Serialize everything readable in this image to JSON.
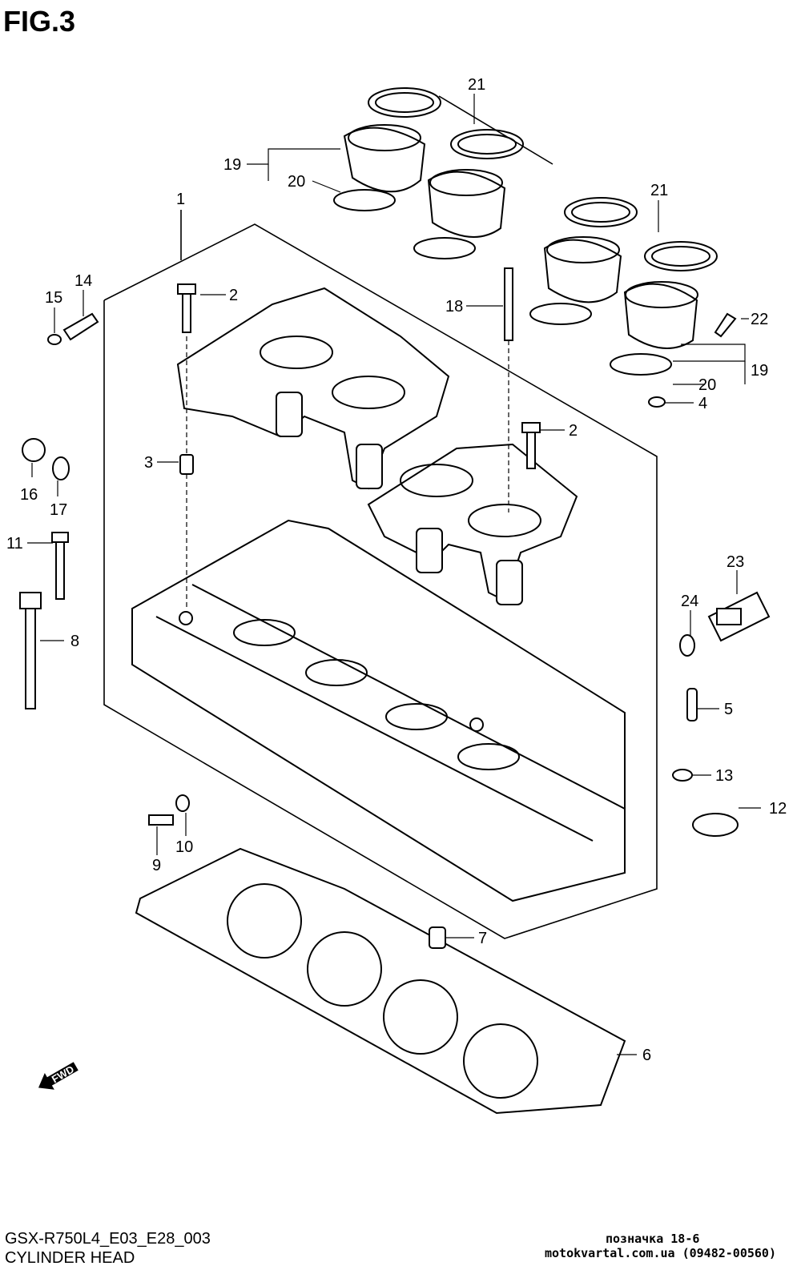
{
  "figure": {
    "title": "FIG.3",
    "model_code": "GSX-R750L4_E03_E28_003",
    "section_name": "CYLINDER HEAD"
  },
  "watermark": {
    "line1": "позначка 18-6",
    "line2": "motokvartal.com.ua (09482-00560)"
  },
  "fwd_label": "FWD",
  "callouts": [
    {
      "id": "c21a",
      "label": "21"
    },
    {
      "id": "c19a",
      "label": "19"
    },
    {
      "id": "c20a",
      "label": "20"
    },
    {
      "id": "c21b",
      "label": "21"
    },
    {
      "id": "c1",
      "label": "1"
    },
    {
      "id": "c14",
      "label": "14"
    },
    {
      "id": "c15",
      "label": "15"
    },
    {
      "id": "c2a",
      "label": "2"
    },
    {
      "id": "c18",
      "label": "18"
    },
    {
      "id": "c22",
      "label": "22"
    },
    {
      "id": "c20b",
      "label": "20"
    },
    {
      "id": "c19b",
      "label": "19"
    },
    {
      "id": "c4",
      "label": "4"
    },
    {
      "id": "c2b",
      "label": "2"
    },
    {
      "id": "c16",
      "label": "16"
    },
    {
      "id": "c17",
      "label": "17"
    },
    {
      "id": "c3",
      "label": "3"
    },
    {
      "id": "c11",
      "label": "11"
    },
    {
      "id": "c23",
      "label": "23"
    },
    {
      "id": "c24",
      "label": "24"
    },
    {
      "id": "c8",
      "label": "8"
    },
    {
      "id": "c5",
      "label": "5"
    },
    {
      "id": "c13",
      "label": "13"
    },
    {
      "id": "c12",
      "label": "12"
    },
    {
      "id": "c10",
      "label": "10"
    },
    {
      "id": "c9",
      "label": "9"
    },
    {
      "id": "c7",
      "label": "7"
    },
    {
      "id": "c6",
      "label": "6"
    }
  ]
}
